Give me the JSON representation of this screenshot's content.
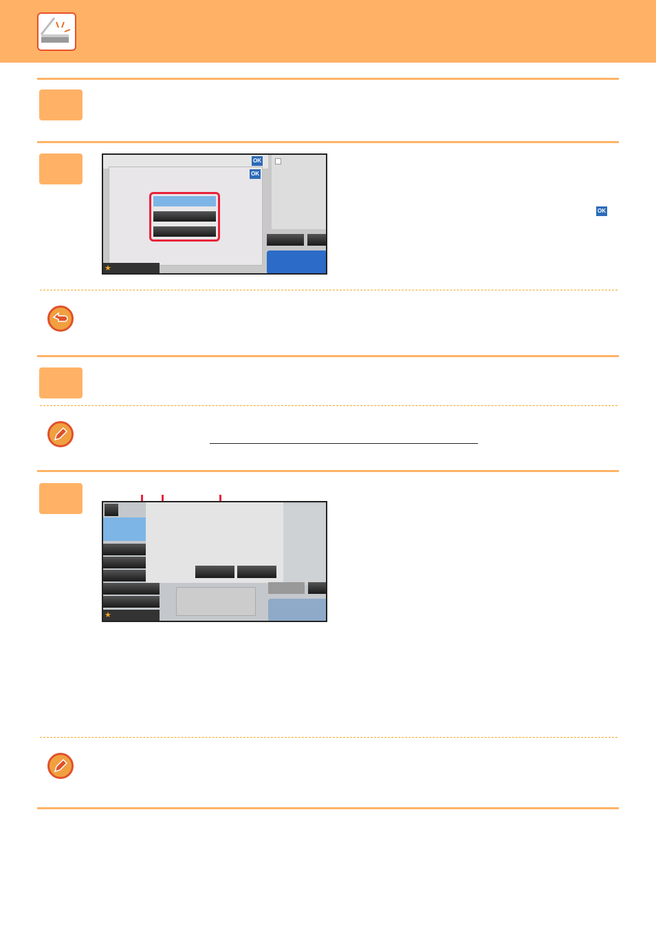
{
  "icons": {
    "app": "scanner-icon",
    "back": "back-arrow-icon",
    "note": "pencil-icon",
    "ok": "ok-icon"
  },
  "colors": {
    "accent": "#FFB266",
    "highlight": "#E8203A",
    "ok_blue": "#2C6BB8"
  },
  "screen1": {
    "ok_label": "OK",
    "ok_label_2": "OK"
  },
  "step2_side": {
    "ok_label": "OK"
  }
}
